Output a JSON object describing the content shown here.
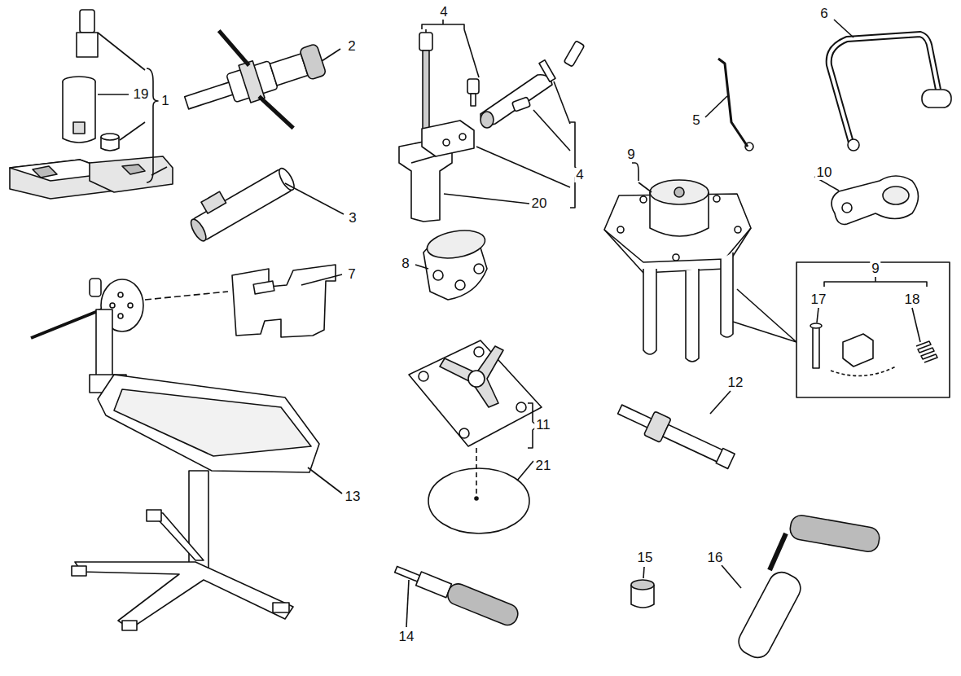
{
  "diagram": {
    "labels": [
      "1",
      "2",
      "19",
      "3",
      "4",
      "20",
      "4",
      "5",
      "6",
      "7",
      "8",
      "9",
      "10",
      "9",
      "17",
      "18",
      "11",
      "21",
      "12",
      "13",
      "14",
      "15",
      "16"
    ]
  }
}
